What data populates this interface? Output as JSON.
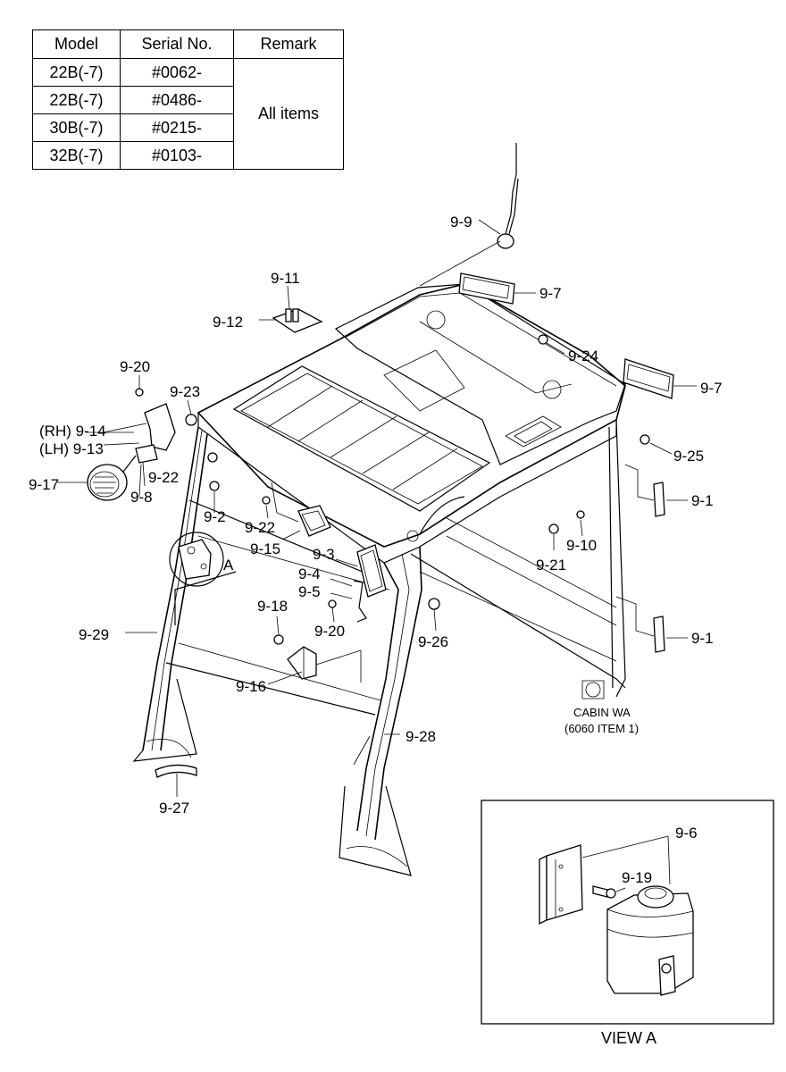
{
  "table": {
    "headers": [
      "Model",
      "Serial No.",
      "Remark"
    ],
    "rows": [
      {
        "model": "22B(-7)",
        "serial": "#0062-"
      },
      {
        "model": "22B(-7)",
        "serial": "#0486-"
      },
      {
        "model": "30B(-7)",
        "serial": "#0215-"
      },
      {
        "model": "32B(-7)",
        "serial": "#0103-"
      }
    ],
    "remark": "All items"
  },
  "callouts": {
    "c9_9": "9-9",
    "c9_11": "9-11",
    "c9_12": "9-12",
    "c9_7a": "9-7",
    "c9_7b": "9-7",
    "c9_24": "9-24",
    "c9_20a": "9-20",
    "c9_23": "9-23",
    "c9_14": "(RH) 9-14",
    "c9_13": "(LH) 9-13",
    "c9_17": "9-17",
    "c9_22a": "9-22",
    "c9_8": "9-8",
    "c9_2": "9-2",
    "c9_22b": "9-22",
    "c9_15": "9-15",
    "c9_3": "9-3",
    "c9_4": "9-4",
    "c9_5": "9-5",
    "c9_20b": "9-20",
    "c9_18": "9-18",
    "c9_16": "9-16",
    "c9_26": "9-26",
    "c9_29": "9-29",
    "c9_28": "9-28",
    "c9_27": "9-27",
    "c9_25": "9-25",
    "c9_1a": "9-1",
    "c9_1b": "9-1",
    "c9_10": "9-10",
    "c9_21": "9-21",
    "cA": "A",
    "c9_6": "9-6",
    "c9_19": "9-19"
  },
  "cabin_note": [
    "CABIN WA",
    "(6060 ITEM 1)"
  ],
  "view_label": "VIEW A"
}
